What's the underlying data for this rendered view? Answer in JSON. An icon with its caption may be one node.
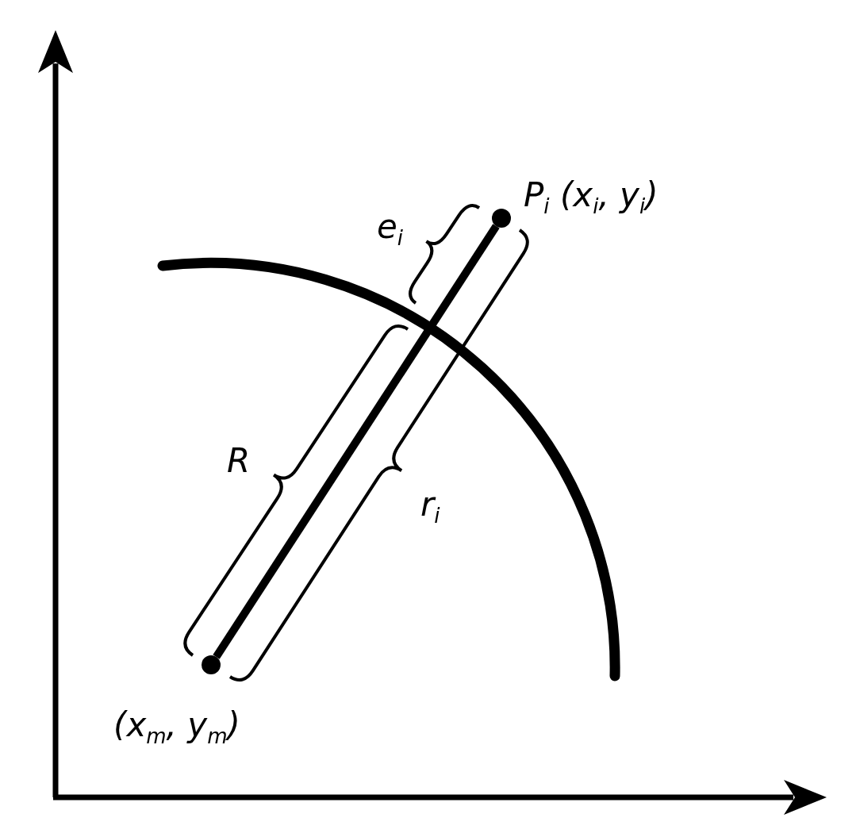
{
  "diagram": {
    "nodes": [
      {
        "text": [],
        "shape": "circle",
        "beside": [
          "P$_{i}$ (x$_{i}$, y$_{i}$)"
        ]
      },
      {
        "text": [],
        "shape": "circle",
        "beside": [
          "(x$_{m}$, y$_{m}$)"
        ]
      }
    ],
    "edges": [
      {
        "from": 1,
        "to": 0,
        "arrow": "none"
      }
    ],
    "labels": [
      "e$_{i}$",
      "R",
      "r$_{i}$"
    ]
  }
}
